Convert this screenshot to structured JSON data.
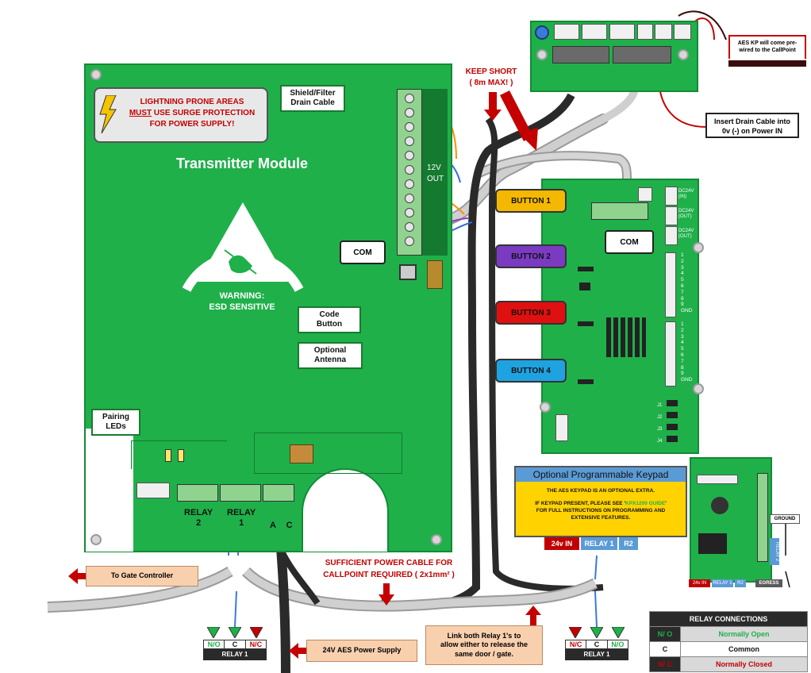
{
  "transmitter": {
    "title": "Transmitter Module",
    "warning_text": "WARNING:\nESD SENSITIVE",
    "lightning_lines": [
      "LIGHTNING PRONE AREAS",
      "MUST USE SURGE PROTECTION",
      "FOR POWER SUPPLY!"
    ],
    "lightning_must": "MUST",
    "relay_labels": [
      "RELAY",
      "2",
      "RELAY",
      "1",
      "A",
      "C"
    ],
    "terminal_labels": [
      "12V",
      "OUT"
    ]
  },
  "callouts": {
    "shield_filter": "Shield/Filter\nDrain Cable",
    "code_button": "Code\nButton",
    "optional_antenna": "Optional\nAntenna",
    "pairing_leds": "Pairing\nLEDs",
    "com_left": "COM",
    "com_right": "COM",
    "keep_short_1": "KEEP SHORT",
    "keep_short_2": "( 8m MAX! )",
    "aes_kp": "AES KP will come pre-\nwired to the CallPoint",
    "insert_drain": "Insert Drain Cable into\n0v (-) on Power IN",
    "sufficient_power_1": "SUFFICIENT POWER CABLE FOR",
    "sufficient_power_2": "CALLPOINT REQUIRED ( 2x1mm² )",
    "to_gate": "To Gate Controller",
    "power_supply": "24V AES Power Supply",
    "link_relays": "Link both Relay 1's to\nallow either to release the\nsame door / gate."
  },
  "buttons": [
    {
      "label": "BUTTON 1",
      "color": "#f5b800"
    },
    {
      "label": "BUTTON 2",
      "color": "#7a3bc2"
    },
    {
      "label": "BUTTON 3",
      "color": "#e01010"
    },
    {
      "label": "BUTTON 4",
      "color": "#1fa2e0"
    }
  ],
  "board_labels": {
    "dc24_in": "DC24V\n(IN)",
    "dc24_out": "DC24V\n(OUT)",
    "dc24_out2": "DC24V\n(OUT)",
    "pins_top": [
      "1",
      "2",
      "3",
      "4",
      "5",
      "6",
      "7",
      "8",
      "9",
      "GND"
    ],
    "pins_bottom": [
      "1",
      "2",
      "3",
      "4",
      "5",
      "6",
      "7",
      "8",
      "9",
      "GND"
    ],
    "jumpers": [
      "J1",
      "J2",
      "J3",
      "J4"
    ]
  },
  "keypad": {
    "title": "Optional Programmable Keypad",
    "line1": "THE AES KEYPAD IS AN OPTIONAL EXTRA.",
    "line2a": "IF KEYPAD PRESENT, PLEASE SEE '",
    "line2b": "KPX1200 GUIDE",
    "line2c": "'",
    "line3": "FOR FULL INSTRUCTIONS ON PROGRAMMING AND",
    "line4": "EXTENSIVE FEATURES.",
    "tab_24v": "24v IN",
    "tab_relay1": "RELAY 1",
    "tab_r2": "R2",
    "mini_24v": "24v IN",
    "mini_relay1": "RELAY 1",
    "mini_r2": "R2",
    "ground": "GROUND",
    "egress": "EGRESS",
    "relay2_side": "RELAY 2"
  },
  "relay_blocks": {
    "left": {
      "terms": [
        "N/O",
        "C",
        "N/C"
      ],
      "caption": "RELAY 1"
    },
    "right": {
      "terms": [
        "N/C",
        "C",
        "N/O"
      ],
      "caption": "RELAY 1"
    }
  },
  "relay_connections": {
    "header": "RELAY CONNECTIONS",
    "rows": [
      {
        "code": "N/ O",
        "desc": "Normally Open",
        "color": "#1fb04a"
      },
      {
        "code": "C",
        "desc": "Common",
        "color": "#111111"
      },
      {
        "code": "N/ C",
        "desc": "Normally Closed",
        "color": "#c40000"
      }
    ]
  },
  "colors": {
    "pcb": "#1fb04a",
    "keypad_blue": "#5b9bd5",
    "keypad_yellow": "#ffd200",
    "accent_red": "#c40000"
  }
}
